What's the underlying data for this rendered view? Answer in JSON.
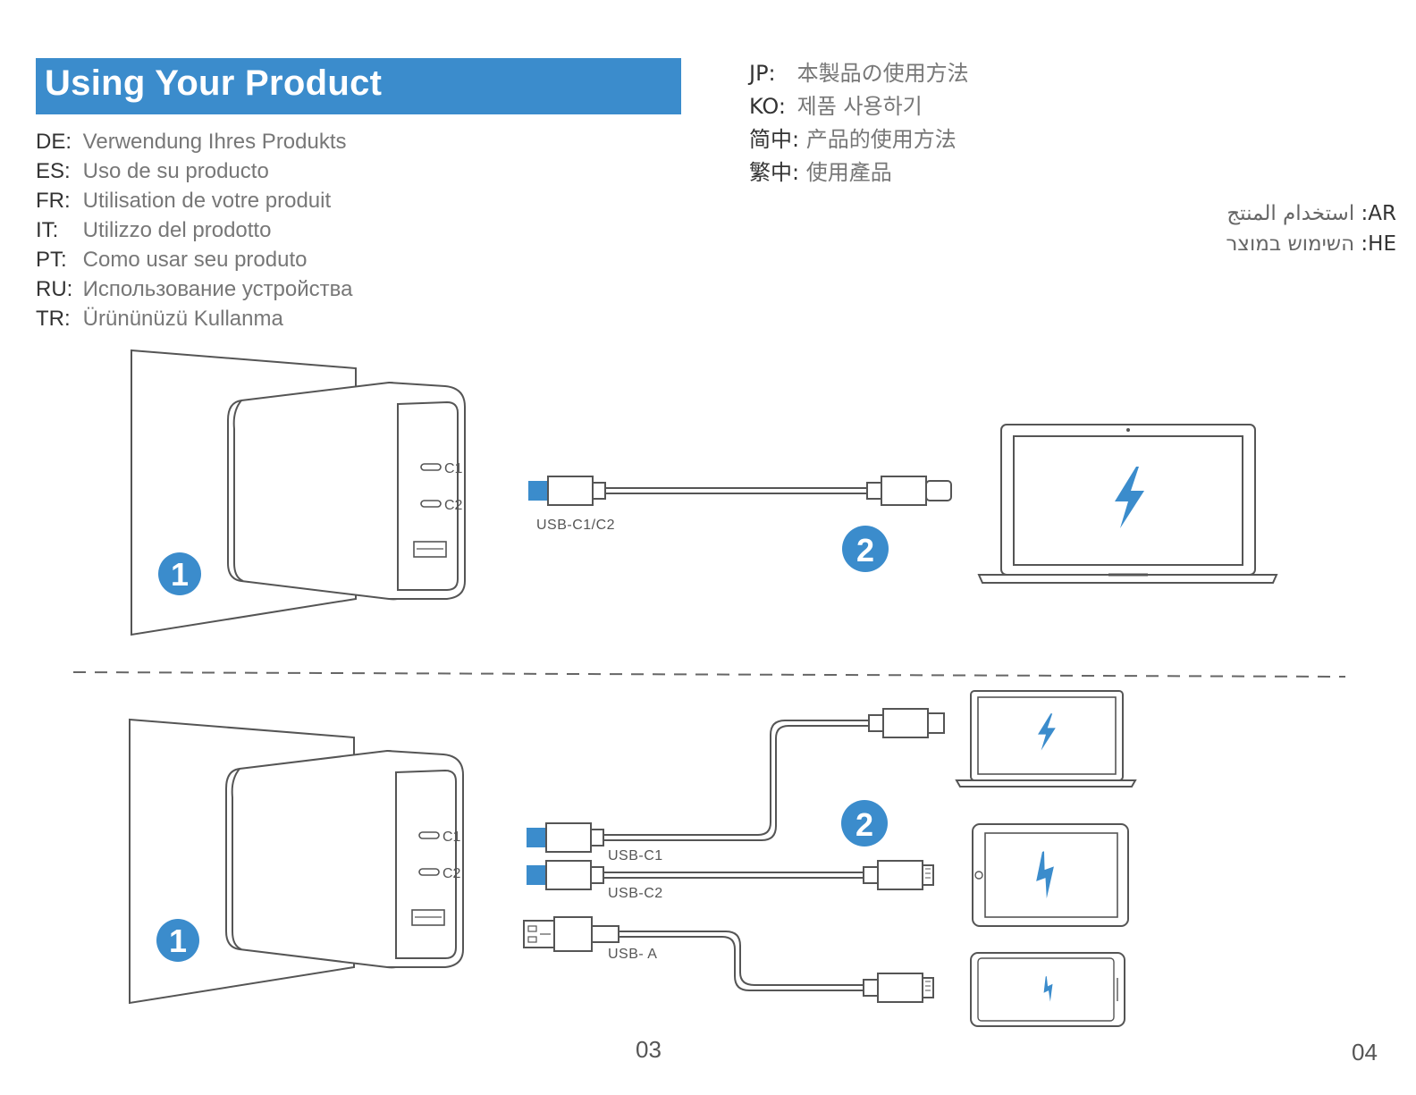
{
  "header": {
    "title": "Using Your Product"
  },
  "translations_left": [
    {
      "code": "DE:",
      "text": "Verwendung Ihres Produkts"
    },
    {
      "code": "ES:",
      "text": "Uso de su producto"
    },
    {
      "code": "FR:",
      "text": "Utilisation de votre produit"
    },
    {
      "code": "IT:",
      "text": "Utilizzo del prodotto"
    },
    {
      "code": "PT:",
      "text": "Como usar seu produto"
    },
    {
      "code": "RU:",
      "text": "Использование устройства"
    },
    {
      "code": "TR:",
      "text": "Ürününüzü Kullanma"
    }
  ],
  "translations_right": [
    {
      "code": "JP:",
      "text": "本製品の使用方法"
    },
    {
      "code": "KO:",
      "text": "제품 사용하기"
    },
    {
      "code": "简中:",
      "text": "产品的使用方法"
    },
    {
      "code": "繁中:",
      "text": "使用產品"
    }
  ],
  "translations_rtl": [
    {
      "code": ":AR",
      "text": "استخدام المنتج"
    },
    {
      "code": ":HE",
      "text": "השימוש במוצר"
    }
  ],
  "diagram_top": {
    "step1": "1",
    "step2": "2",
    "port_c1": "C1",
    "port_c2": "C2",
    "cable_label": "USB-C1/C2"
  },
  "diagram_bottom": {
    "step1": "1",
    "step2": "2",
    "port_c1": "C1",
    "port_c2": "C2",
    "cable_label_c1": "USB-C1",
    "cable_label_c2": "USB-C2",
    "cable_label_a": "USB- A"
  },
  "footer": {
    "page_left": "03",
    "page_right": "04"
  },
  "colors": {
    "accent": "#3b8ccc",
    "line": "#555555"
  },
  "icons": [
    "lightning-icon",
    "wall-outlet",
    "charger",
    "laptop",
    "tablet",
    "phone"
  ]
}
